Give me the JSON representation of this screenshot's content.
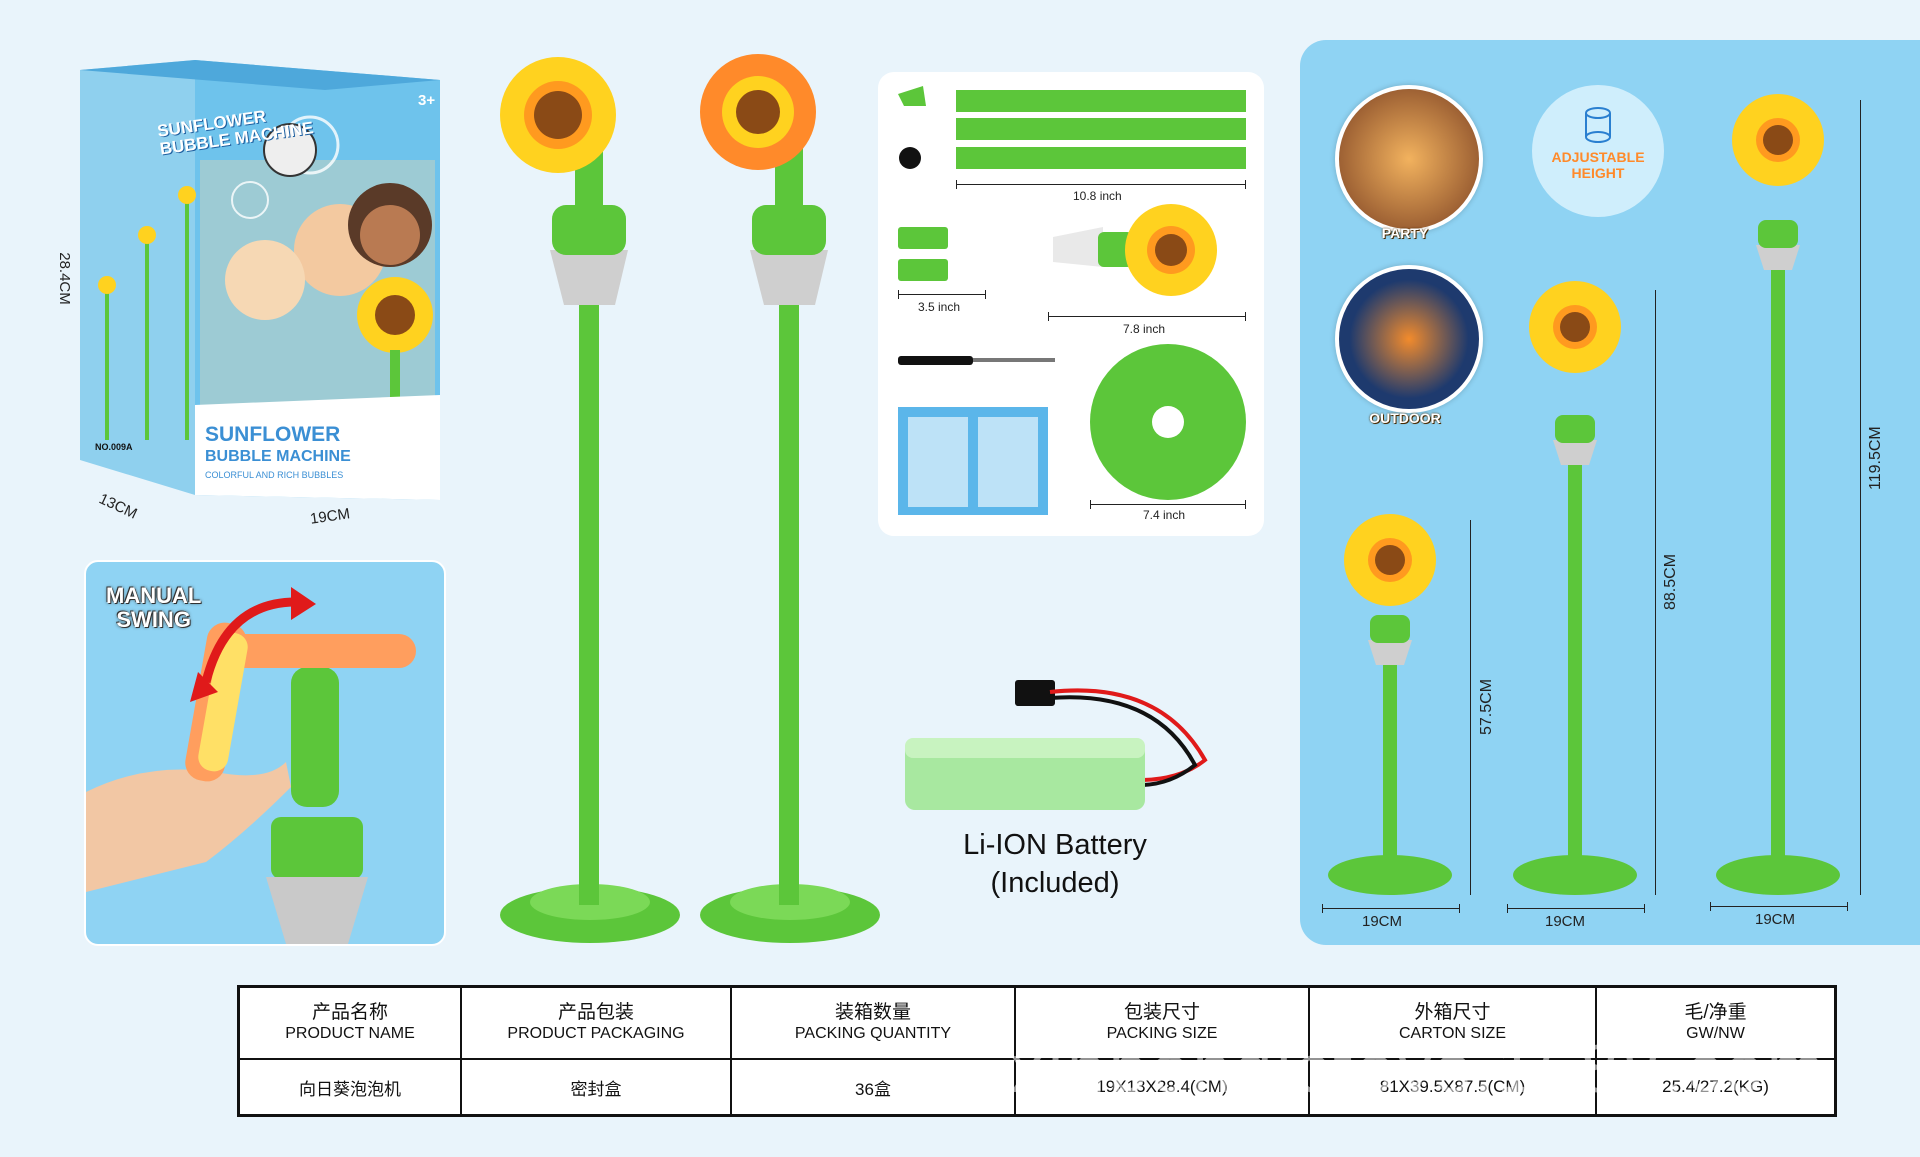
{
  "box": {
    "brand_line1": "SUNFLOWER",
    "brand_line2": "BUBBLE MACHINE",
    "tagline": "COLORFUL AND RICH BUBBLES",
    "age": "3+",
    "model": "NO.009A",
    "dim_height": "28.4CM",
    "dim_depth": "13CM",
    "dim_width": "19CM"
  },
  "swing": {
    "line1": "MANUAL",
    "line2": "SWING"
  },
  "parts": {
    "pole_length": "10.8 inch",
    "connector_length": "3.5 inch",
    "head_length": "7.8 inch",
    "base_diameter": "7.4 inch"
  },
  "battery": {
    "line1": "Li-ION Battery",
    "line2": "(Included)"
  },
  "scenes": {
    "party": "PARTY",
    "outdoor": "OUTDOOR",
    "adjustable_line1": "ADJUSTABLE",
    "adjustable_line2": "HEIGHT"
  },
  "heights": {
    "short": "57.5CM",
    "medium": "88.5CM",
    "tall": "119.5CM",
    "base_short": "19CM",
    "base_medium": "19CM",
    "base_tall": "19CM"
  },
  "table": {
    "headers": [
      {
        "zh": "产品名称",
        "en": "PRODUCT NAME"
      },
      {
        "zh": "产品包装",
        "en": "PRODUCT PACKAGING"
      },
      {
        "zh": "装箱数量",
        "en": "PACKING QUANTITY"
      },
      {
        "zh": "包装尺寸",
        "en": "PACKING SIZE"
      },
      {
        "zh": "外箱尺寸",
        "en": "CARTON SIZE"
      },
      {
        "zh": "毛/净重",
        "en": "GW/NW"
      }
    ],
    "values": [
      "向日葵泡泡机",
      "密封盒",
      "36盒",
      "19X13X28.4(CM)",
      "81X39.5X87.5(CM)",
      "25.4/27.2(KG)"
    ]
  },
  "watermark": "xinponglctoys.1688.com",
  "colors": {
    "green": "#5cc63a",
    "petal_yellow": "#ffd21f",
    "petal_orange": "#ff8a2a",
    "panel_blue": "#8fd3f3"
  }
}
